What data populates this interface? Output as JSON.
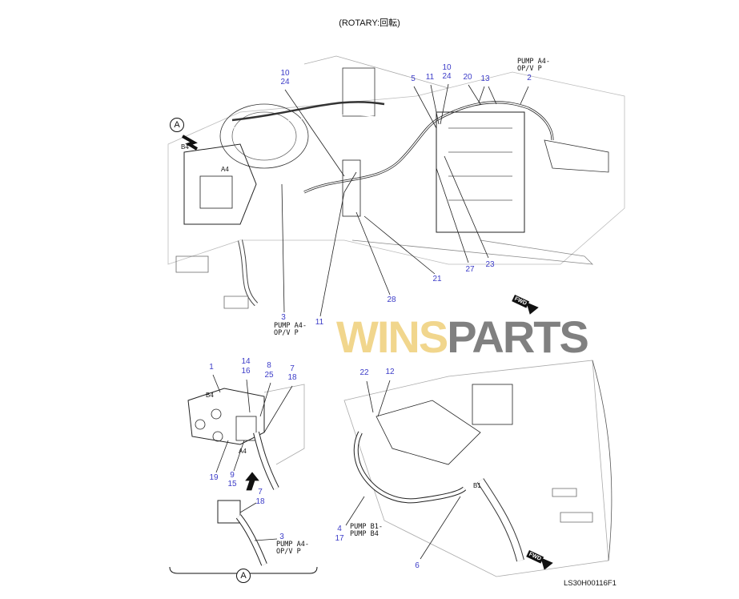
{
  "title": "(ROTARY:回転)",
  "drawing_code": "LS30H00116F1",
  "watermark": {
    "part1": "WINS",
    "part2": "PARTS"
  },
  "view_marker": "A",
  "fwd_label": "FWD",
  "notes": {
    "pump_a4_opv_p": "PUMP A4-\nOP/V P",
    "pump_b1_pump_b4": "PUMP B1-\nPUMP B4"
  },
  "port_tags": {
    "b4": "B4",
    "a4": "A4",
    "b1": "B1"
  },
  "callouts": {
    "main": {
      "c10a": "10",
      "c24a": "24",
      "c5": "5",
      "c11a": "11",
      "c10b": "10",
      "c24b": "24",
      "c20": "20",
      "c13": "13",
      "c2": "2",
      "c21": "21",
      "c27": "27",
      "c23": "23",
      "c28": "28",
      "c3": "3",
      "c11b": "11"
    },
    "view_a": {
      "c1": "1",
      "c14": "14",
      "c16": "16",
      "c8": "8",
      "c25": "25",
      "c7a": "7",
      "c18a": "18",
      "c19": "19",
      "c9": "9",
      "c15": "15",
      "c7b": "7",
      "c18b": "18",
      "c3": "3"
    },
    "right": {
      "c22": "22",
      "c12": "12",
      "c4": "4",
      "c17": "17",
      "c6": "6"
    }
  }
}
